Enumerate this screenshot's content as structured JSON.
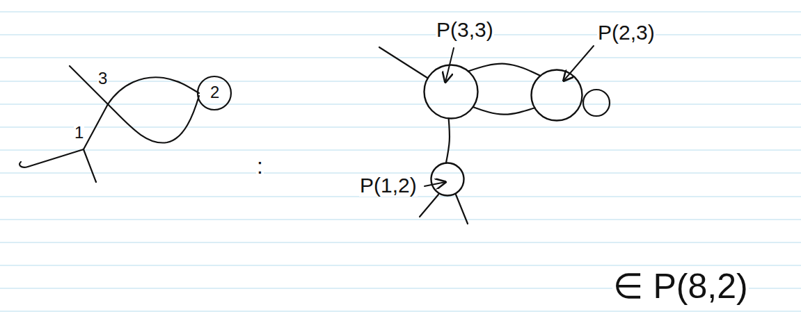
{
  "diagram": {
    "nodes": [
      {
        "text": [
          "P(3,3)"
        ]
      },
      {
        "text": [
          "P(2,3)"
        ]
      },
      {
        "text": [
          "P(1,2)"
        ]
      }
    ],
    "edges": [
      {
        "from": 0,
        "to": 1,
        "arrow": "none"
      },
      {
        "from": 0,
        "to": 1,
        "arrow": "none"
      },
      {
        "from": 0,
        "to": 2,
        "arrow": "none"
      }
    ],
    "labels": [
      "3",
      "1",
      "2",
      ":",
      "∈ P(8,2)"
    ]
  }
}
